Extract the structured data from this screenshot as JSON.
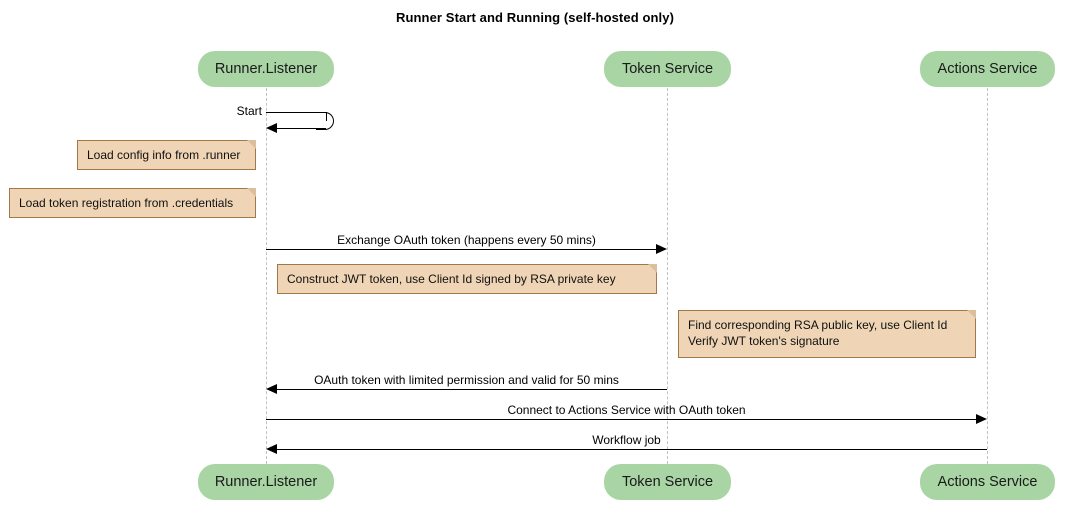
{
  "diagram": {
    "type": "sequence-diagram",
    "title": "Runner Start and Running (self-hosted only)",
    "colors": {
      "participant_fill": "#A9D5A5",
      "note_fill": "#EFD5B5",
      "note_border": "#A0784A",
      "line": "#000000",
      "lifeline": "#C2C2C2",
      "background": "#FFFFFF"
    },
    "participants": [
      {
        "id": "runner",
        "label": "Runner.Listener"
      },
      {
        "id": "token",
        "label": "Token Service"
      },
      {
        "id": "actions",
        "label": "Actions Service"
      }
    ],
    "messages": [
      {
        "id": "m1",
        "label": "Start",
        "from": "runner",
        "to": "runner",
        "kind": "self",
        "arrow": "filled"
      },
      {
        "id": "m2",
        "label": "Exchange OAuth token (happens every 50 mins)",
        "from": "runner",
        "to": "token",
        "kind": "sync",
        "direction": "right",
        "arrow": "filled"
      },
      {
        "id": "m3",
        "label": "OAuth token with limited permission and valid for 50 mins",
        "from": "token",
        "to": "runner",
        "kind": "sync",
        "direction": "left",
        "arrow": "filled"
      },
      {
        "id": "m4",
        "label": "Connect to Actions Service with OAuth token",
        "from": "runner",
        "to": "actions",
        "kind": "sync",
        "direction": "right",
        "arrow": "filled"
      },
      {
        "id": "m5",
        "label": "Workflow job",
        "from": "actions",
        "to": "runner",
        "kind": "sync",
        "direction": "left",
        "arrow": "filled"
      }
    ],
    "notes": [
      {
        "id": "n1",
        "attached_to": "runner",
        "position": "left",
        "lines": [
          "Load config info from .runner"
        ]
      },
      {
        "id": "n2",
        "attached_to": "runner",
        "position": "left",
        "lines": [
          "Load token registration from .credentials"
        ]
      },
      {
        "id": "n3",
        "attached_to": "runner",
        "position": "right",
        "lines": [
          "Construct JWT token, use Client Id signed by RSA private key"
        ]
      },
      {
        "id": "n4",
        "attached_to": "token",
        "position": "right",
        "lines": [
          "Find corresponding RSA public key, use Client Id",
          "Verify JWT token's signature"
        ]
      }
    ]
  }
}
